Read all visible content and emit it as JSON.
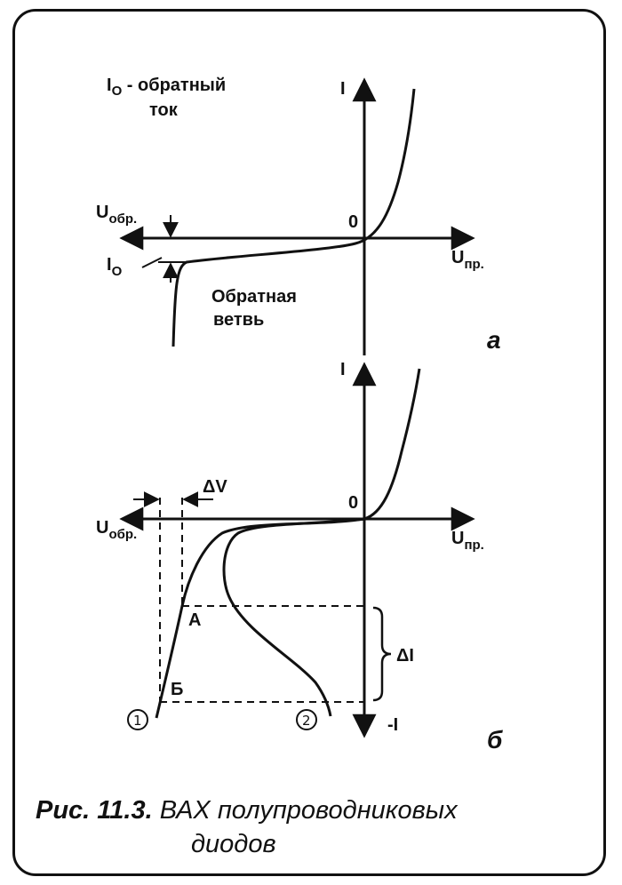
{
  "diagram_a": {
    "label_io_desc_1": "I",
    "label_io_desc_1_sub": "O",
    "label_io_desc_2": " - обратный",
    "label_io_desc_3": "ток",
    "axis_i": "I",
    "origin": "0",
    "label_uobr": "U",
    "label_uobr_sub": "обр.",
    "label_upr": "U",
    "label_upr_sub": "пр.",
    "label_io": "I",
    "label_io_sub": "O",
    "branch_1": "Обратная",
    "branch_2": "ветвь",
    "panel": "а"
  },
  "diagram_b": {
    "axis_i": "I",
    "axis_minus_i": "-I",
    "origin": "0",
    "label_uobr": "U",
    "label_uobr_sub": "обр.",
    "label_upr": "U",
    "label_upr_sub": "пр.",
    "delta_v": "ΔV",
    "delta_i": "ΔI",
    "point_a": "А",
    "point_b": "Б",
    "curve_1": "1",
    "curve_2": "2",
    "panel": "б"
  },
  "caption": {
    "prefix": "Рис.  11.3.",
    "text_1": " ВАХ полупроводниковых",
    "text_2": "диодов"
  }
}
